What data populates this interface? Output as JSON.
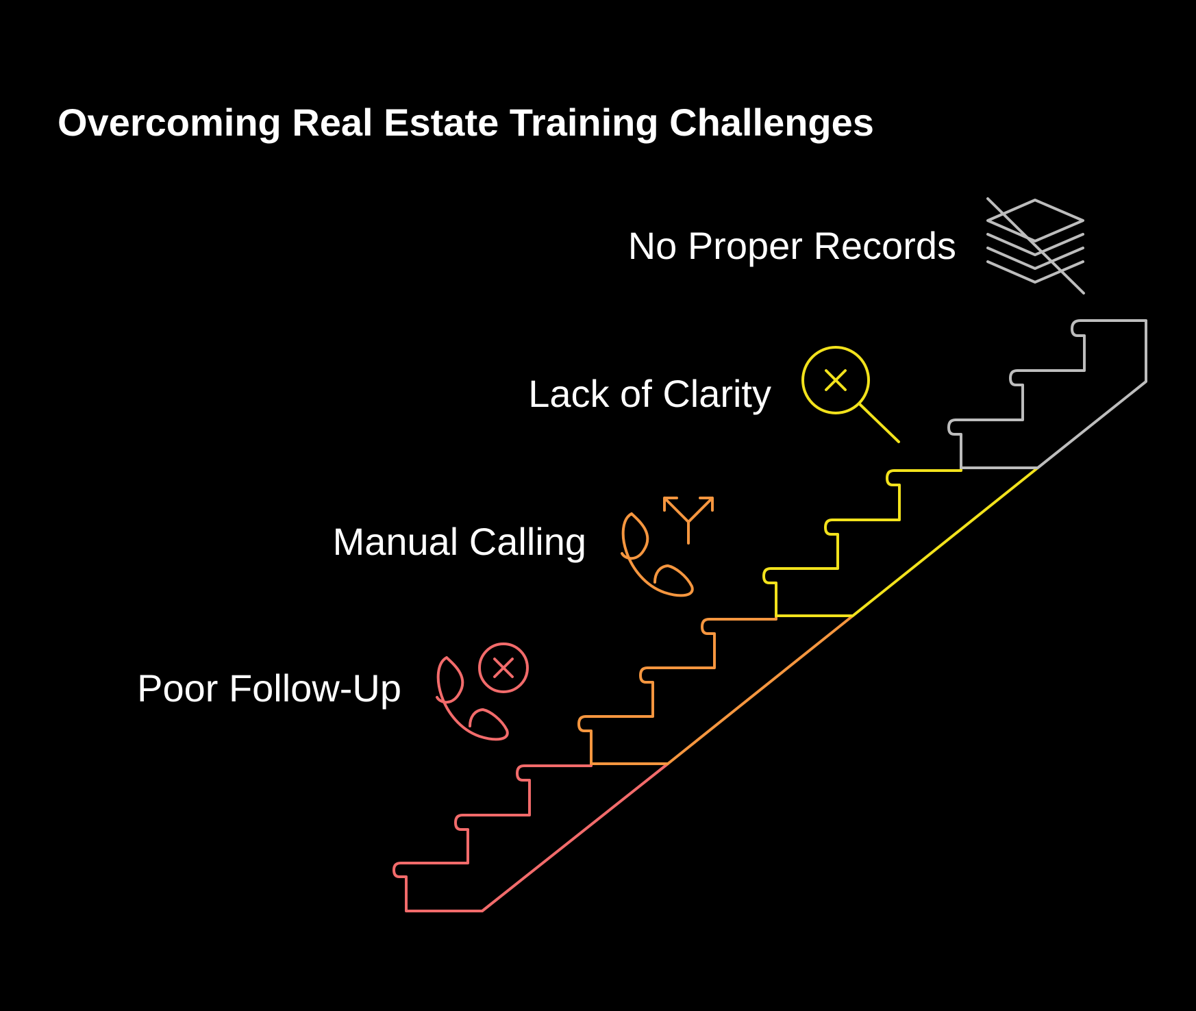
{
  "title": "Overcoming Real Estate Training Challenges",
  "steps": [
    {
      "label": "Poor Follow-Up",
      "color": "#f26b6b",
      "icon": "phone-x-icon"
    },
    {
      "label": "Manual Calling",
      "color": "#f5963f",
      "icon": "phone-forward-icon"
    },
    {
      "label": "Lack of Clarity",
      "color": "#f2e21c",
      "icon": "search-x-icon"
    },
    {
      "label": "No Proper Records",
      "color": "#bdbdbd",
      "icon": "no-documents-icon"
    }
  ]
}
